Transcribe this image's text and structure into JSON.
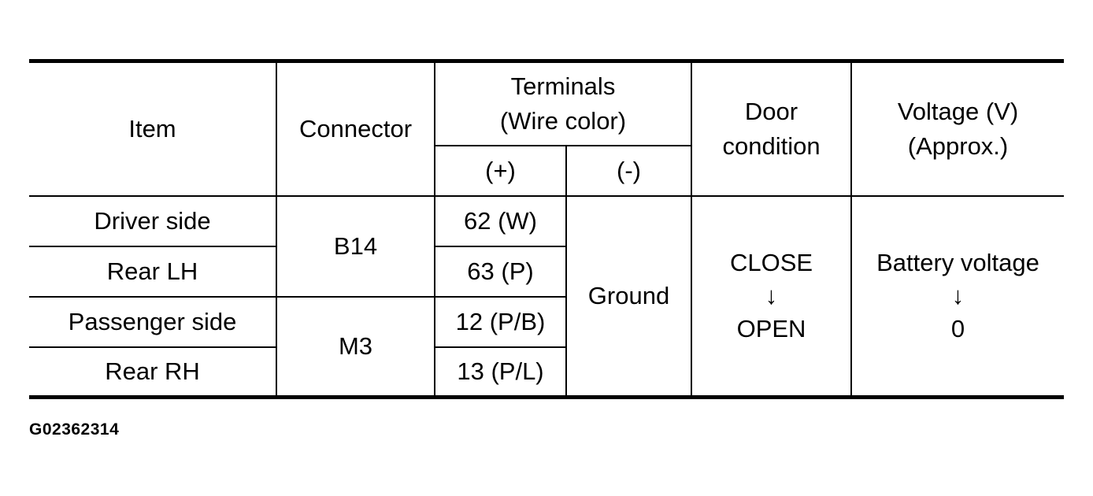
{
  "table": {
    "headers": {
      "item": "Item",
      "connector": "Connector",
      "terminals_line1": "Terminals",
      "terminals_line2": "(Wire color)",
      "plus": "(+)",
      "minus": "(-)",
      "door_line1": "Door",
      "door_line2": "condition",
      "voltage_line1": "Voltage (V)",
      "voltage_line2": "(Approx.)"
    },
    "rows": [
      {
        "item": "Driver side",
        "terminal_plus": "62 (W)"
      },
      {
        "item": "Rear LH",
        "terminal_plus": "63 (P)"
      },
      {
        "item": "Passenger side",
        "terminal_plus": "12 (P/B)"
      },
      {
        "item": "Rear RH",
        "terminal_plus": "13 (P/L)"
      }
    ],
    "connectors": [
      "B14",
      "M3"
    ],
    "terminal_minus": "Ground",
    "door_condition": {
      "from": "CLOSE",
      "arrow": "↓",
      "to": "OPEN"
    },
    "voltage": {
      "from": "Battery voltage",
      "arrow": "↓",
      "to": "0"
    }
  },
  "figure_code": "G02362314"
}
